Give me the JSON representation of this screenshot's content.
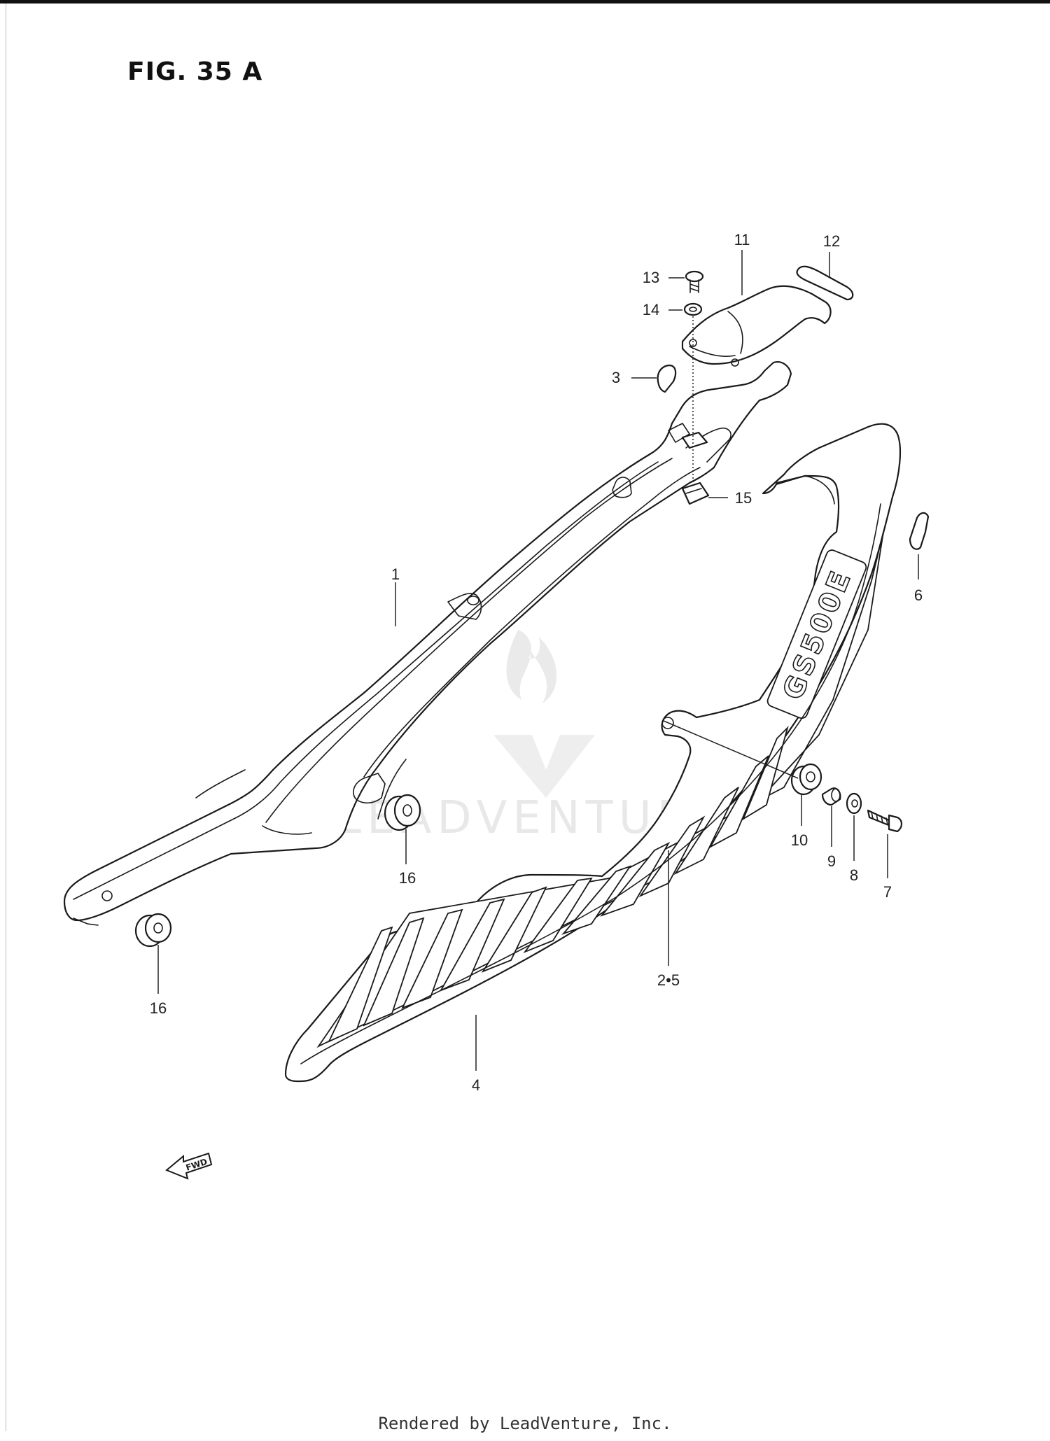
{
  "figure": {
    "title": "FIG. 35 A"
  },
  "callouts": [
    {
      "id": "c1",
      "label": "1"
    },
    {
      "id": "c25",
      "label": "2•5"
    },
    {
      "id": "c3",
      "label": "3"
    },
    {
      "id": "c4",
      "label": "4"
    },
    {
      "id": "c6",
      "label": "6"
    },
    {
      "id": "c7",
      "label": "7"
    },
    {
      "id": "c8",
      "label": "8"
    },
    {
      "id": "c9",
      "label": "9"
    },
    {
      "id": "c10",
      "label": "10"
    },
    {
      "id": "c11",
      "label": "11"
    },
    {
      "id": "c12",
      "label": "12"
    },
    {
      "id": "c13",
      "label": "13"
    },
    {
      "id": "c14",
      "label": "14"
    },
    {
      "id": "c15",
      "label": "15"
    },
    {
      "id": "c16a",
      "label": "16"
    },
    {
      "id": "c16b",
      "label": "16"
    }
  ],
  "decal_text": "GS500E",
  "fwd_label": "FWD",
  "watermark": "LEADVENTURE",
  "footer": "Rendered by LeadVenture, Inc."
}
